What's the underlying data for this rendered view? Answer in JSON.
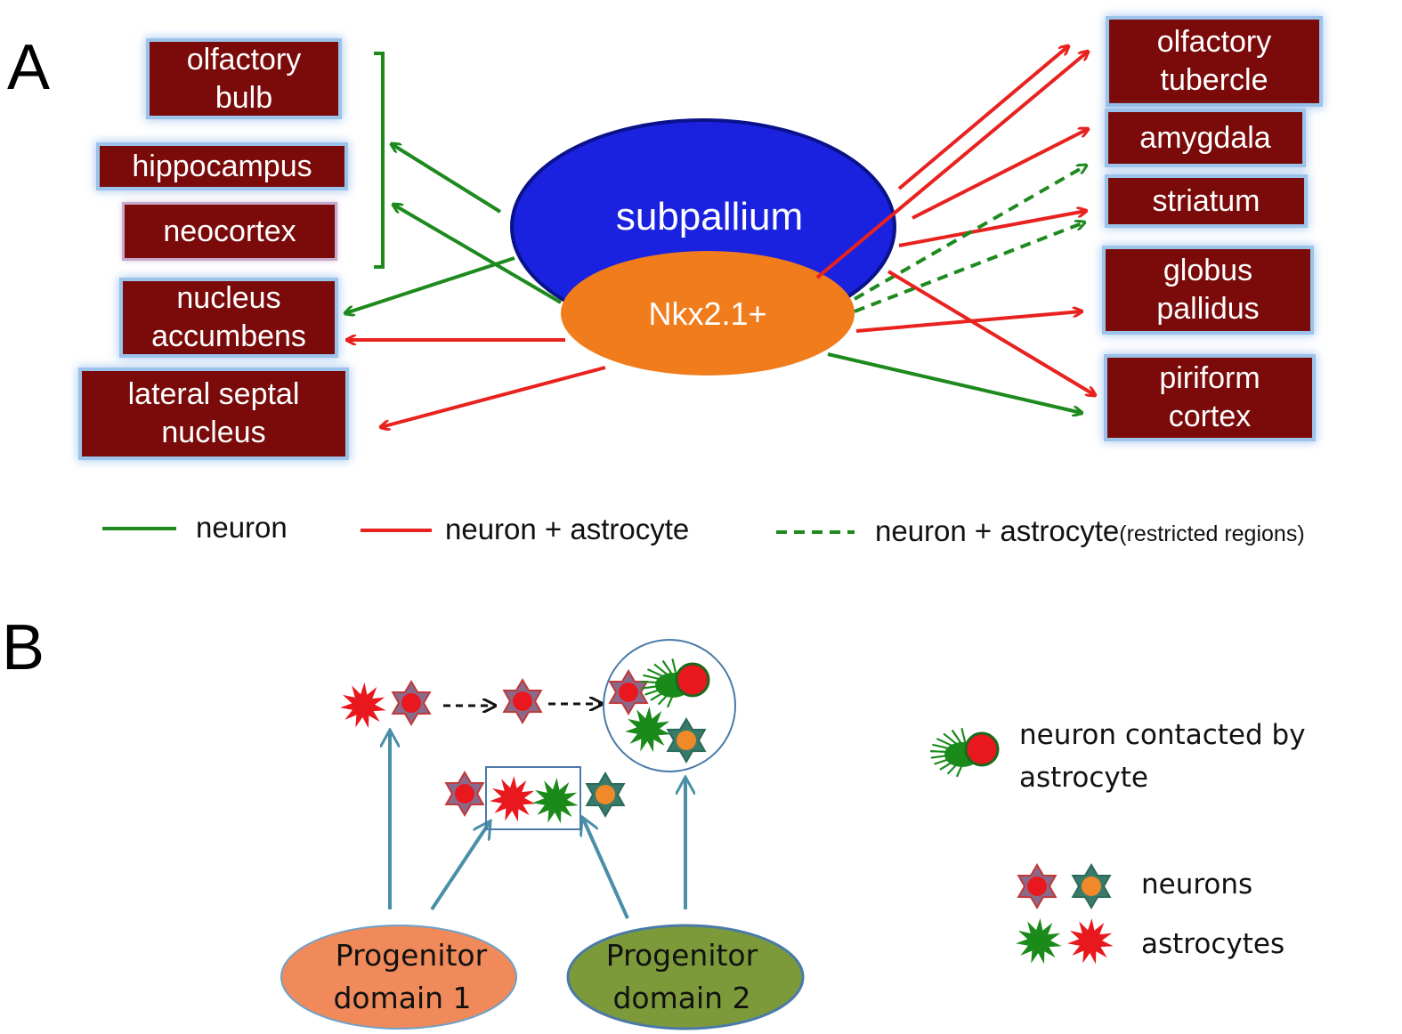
{
  "panel_a": {
    "letter": "A",
    "center": {
      "outer": "subpallium",
      "inner": "Nkx2.1+"
    },
    "left_targets": [
      {
        "lines": [
          "olfactory",
          "bulb"
        ]
      },
      {
        "lines": [
          "hippocampus"
        ]
      },
      {
        "lines": [
          "neocortex"
        ]
      },
      {
        "lines": [
          "nucleus",
          "accumbens"
        ]
      },
      {
        "lines": [
          "lateral septal",
          "nucleus"
        ]
      }
    ],
    "right_targets": [
      {
        "lines": [
          "olfactory",
          "tubercle"
        ]
      },
      {
        "lines": [
          "amygdala"
        ]
      },
      {
        "lines": [
          "striatum"
        ]
      },
      {
        "lines": [
          "globus",
          "pallidus"
        ]
      },
      {
        "lines": [
          "piriform",
          "cortex"
        ]
      }
    ],
    "legend": {
      "neuron": "neuron",
      "neuron_astrocyte": "neuron + astrocyte",
      "restricted_main": "neuron + astrocyte",
      "restricted_note": "(restricted regions)"
    },
    "colors": {
      "neuron": "#1e8a1e",
      "neuron_astrocyte": "#e8221e",
      "box": "#7b0a0a",
      "subpallium": "#1a22e0",
      "nkx": "#f07c1c"
    }
  },
  "panel_b": {
    "letter": "B",
    "progenitor_1": {
      "line1": "Progenitor",
      "line2": "domain 1"
    },
    "progenitor_2": {
      "line1": "Progenitor",
      "line2": "domain 2"
    },
    "legend": {
      "contacted_line1": "neuron contacted by",
      "contacted_line2": "astrocyte",
      "neurons": "neurons",
      "astrocytes": "astrocytes"
    },
    "colors": {
      "arrow": "#4a8fa8",
      "red_cell": "#e8181e",
      "green_cell": "#1a8a1a",
      "orange_core": "#f08a28"
    }
  }
}
